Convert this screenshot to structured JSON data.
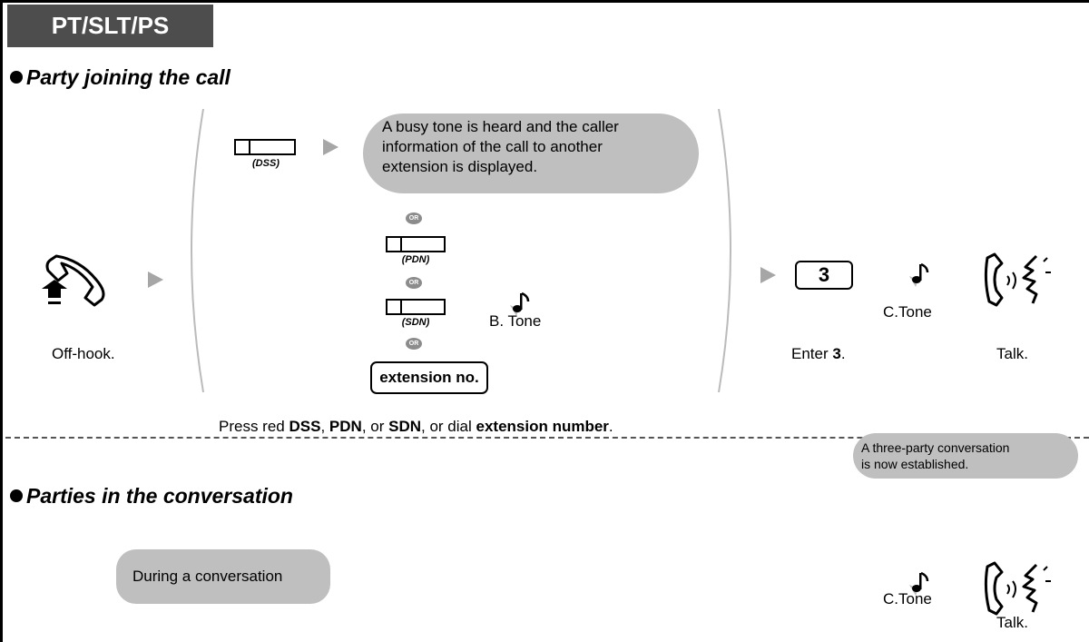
{
  "header": {
    "tab_label": "PT/SLT/PS"
  },
  "section1": {
    "title": "Party joining the call",
    "offhook_label": "Off-hook.",
    "dss_label": "(DSS)",
    "busy_bubble": "A busy tone is heard and the caller information of the call to another extension is displayed.",
    "busy_lines": [
      "A busy tone is heard and the caller",
      "information of the call to another",
      "extension is displayed."
    ],
    "or_label": "OR",
    "pdn_label": "(PDN)",
    "sdn_label": "(SDN)",
    "extension_key": "extension no.",
    "btone_label": "B. Tone",
    "press_prefix": "Press red ",
    "press_dss": "DSS",
    "press_sep1": ", ",
    "press_pdn": "PDN",
    "press_sep2": ", or ",
    "press_sdn": "SDN",
    "press_sep3": ", or dial ",
    "press_ext": "extension number",
    "press_suffix": ".",
    "dial_key": "3",
    "enter_prefix": "Enter ",
    "enter_value": "3",
    "enter_suffix": ".",
    "ctone_label": "C.Tone",
    "talk_label": "Talk."
  },
  "three_party_note_lines": [
    "A three-party conversation",
    "is now established."
  ],
  "section2": {
    "title": "Parties in the conversation",
    "during_label": "During a conversation",
    "ctone_label": "C.Tone",
    "talk_label": "Talk."
  },
  "colors": {
    "tab_bg": "#4d4d4d",
    "bubble": "#bfbfbf",
    "arrow": "#a6a6a6",
    "badge": "#8c8c8c"
  },
  "icons": [
    "handset-offhook-icon",
    "tone-note-icon",
    "talking-person-icon",
    "play-arrow-icon",
    "or-badge-icon"
  ]
}
